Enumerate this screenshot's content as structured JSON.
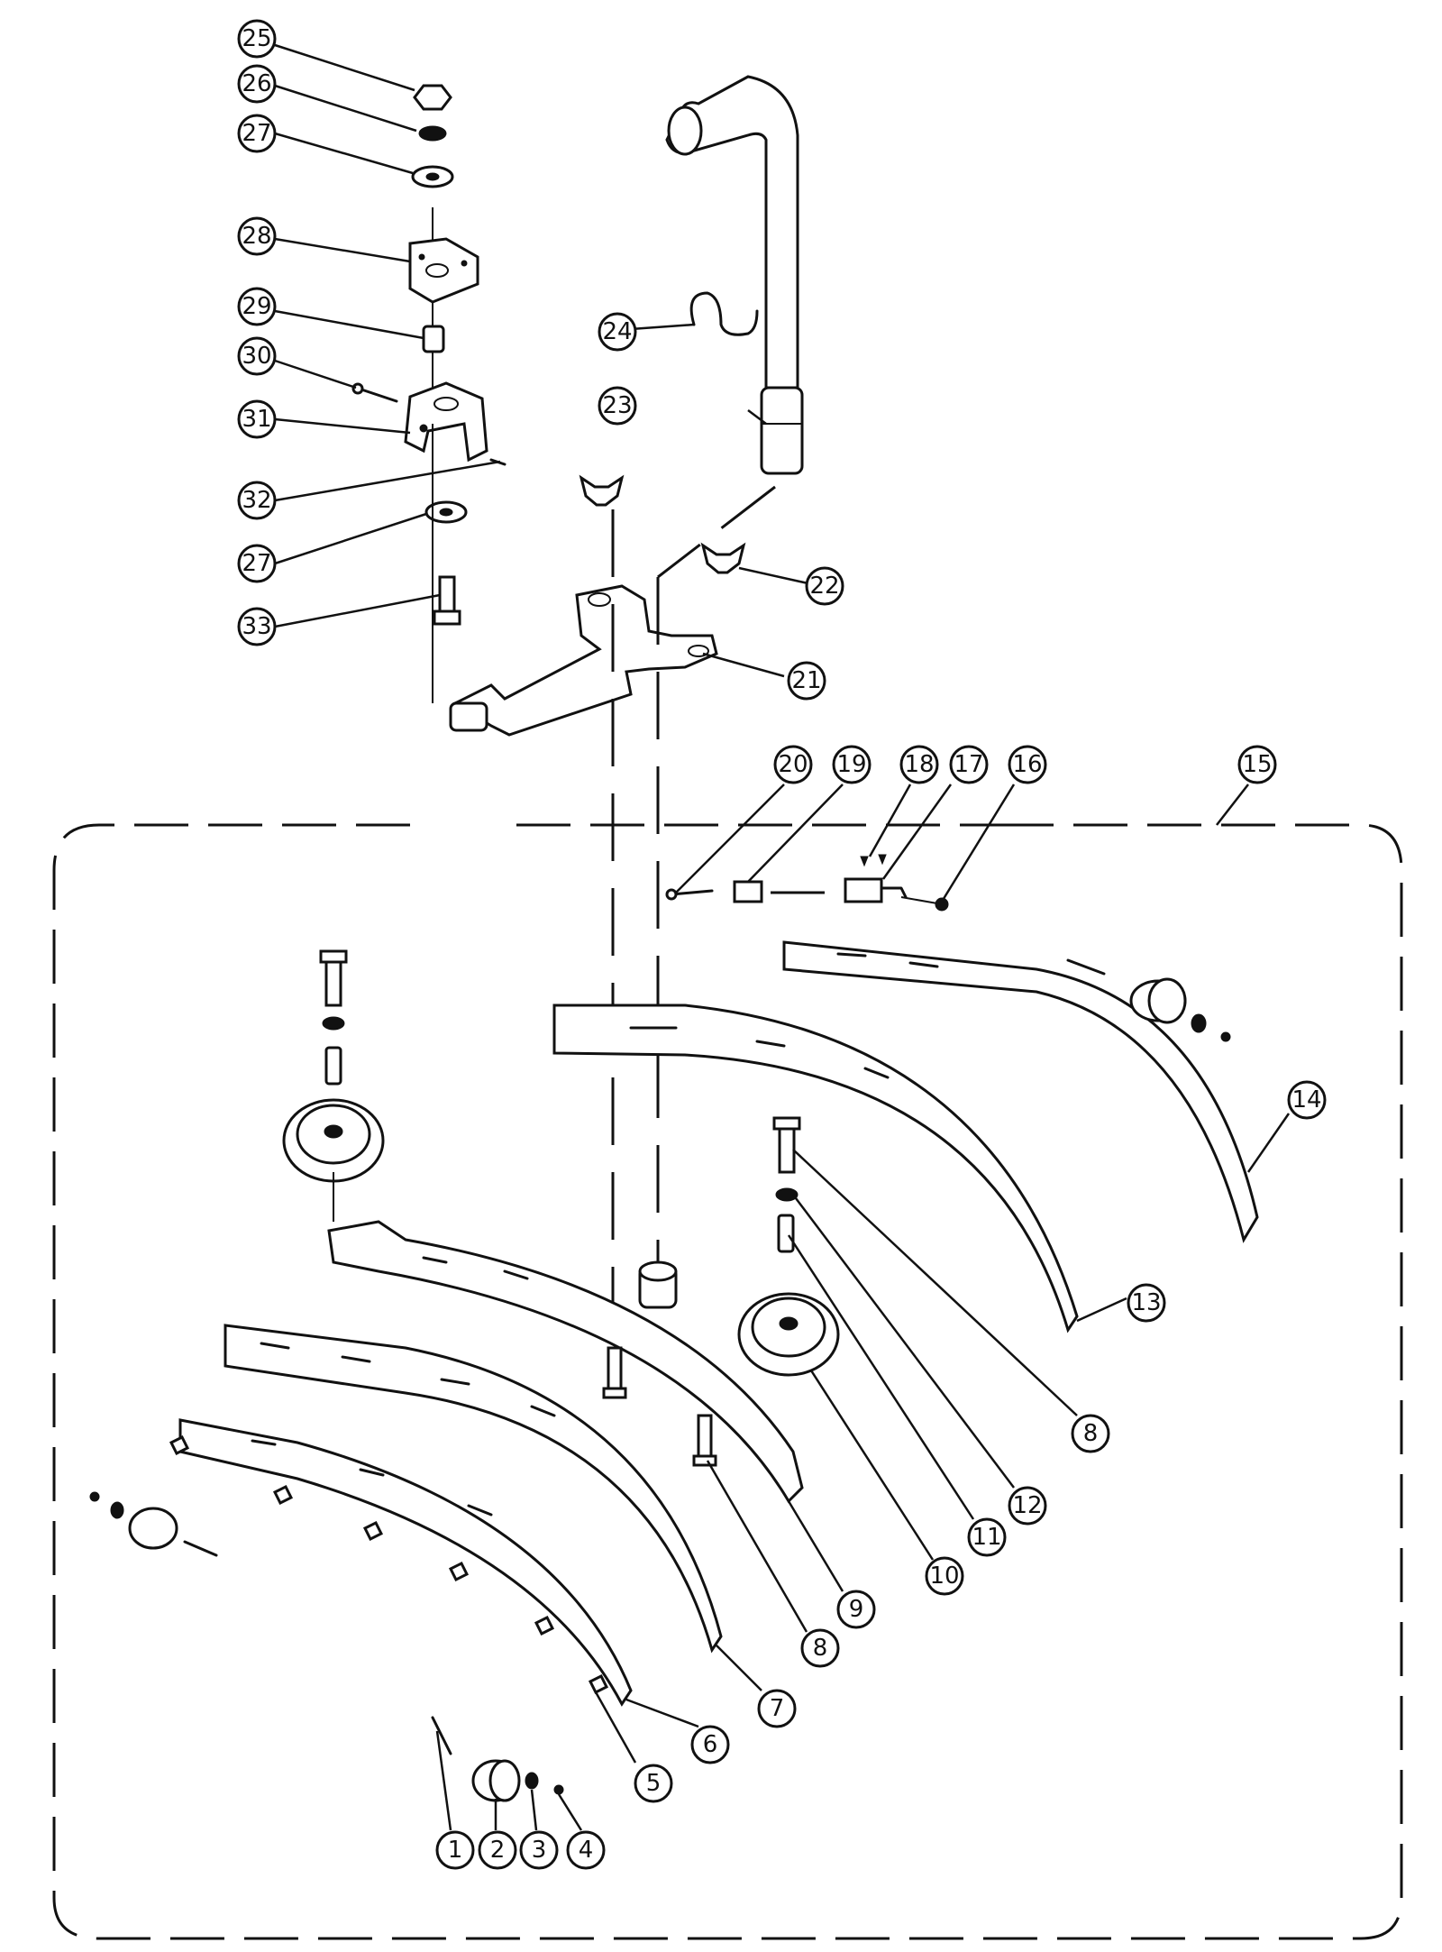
{
  "diagram": {
    "type": "exploded-parts-diagram",
    "callouts": [
      "1",
      "2",
      "3",
      "4",
      "5",
      "6",
      "7",
      "8",
      "9",
      "10",
      "11",
      "12",
      "13",
      "14",
      "15",
      "16",
      "17",
      "18",
      "19",
      "20",
      "21",
      "22",
      "23",
      "24",
      "25",
      "26",
      "27",
      "28",
      "29",
      "30",
      "31",
      "32",
      "33"
    ]
  }
}
